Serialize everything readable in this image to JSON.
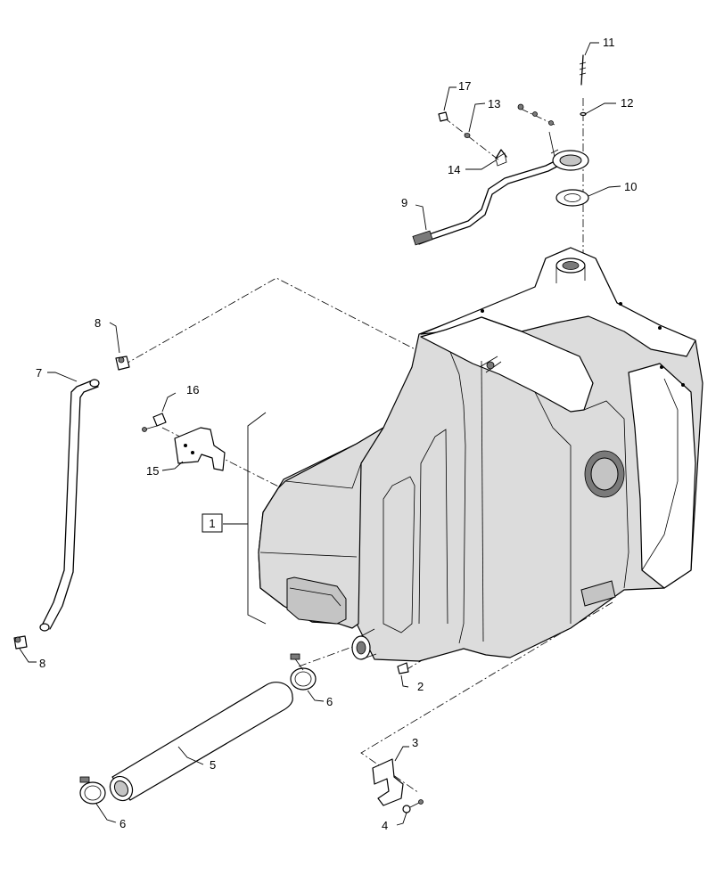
{
  "callouts": {
    "c1": "1",
    "c2": "2",
    "c3": "3",
    "c4": "4",
    "c5": "5",
    "c6a": "6",
    "c6b": "6",
    "c7": "7",
    "c8a": "8",
    "c8b": "8",
    "c9": "9",
    "c10": "10",
    "c11": "11",
    "c12": "12",
    "c13": "13",
    "c14": "14",
    "c15": "15",
    "c16": "16",
    "c17": "17"
  }
}
